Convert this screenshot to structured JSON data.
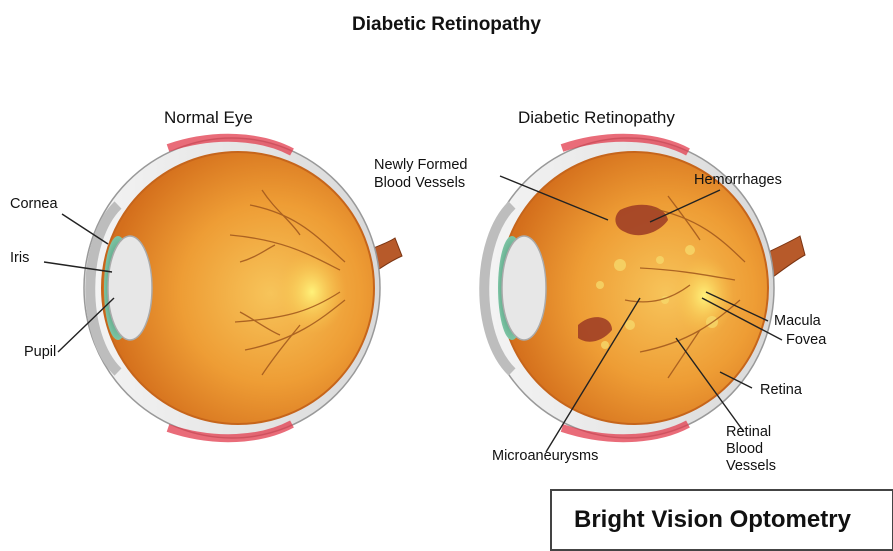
{
  "title": "Diabetic Retinopathy",
  "normal_eye": {
    "heading": "Normal Eye",
    "labels": {
      "cornea": "Cornea",
      "iris": "Iris",
      "pupil": "Pupil"
    }
  },
  "diseased_eye": {
    "heading": "Diabetic Retinopathy",
    "labels": {
      "new_vessels_1": "Newly Formed",
      "new_vessels_2": "Blood Vessels",
      "hemorrhages": "Hemorrhages",
      "macula": "Macula",
      "fovea": "Fovea",
      "retina": "Retina",
      "retinal_vessels_1": "Retinal",
      "retinal_vessels_2": "Blood",
      "retinal_vessels_3": "Vessels",
      "microaneurysms": "Microaneurysms"
    }
  },
  "brand": "Bright Vision Optometry",
  "colors": {
    "retina": "#e9922c",
    "sclera_edge": "#e23b4c",
    "iris": "#4f9a7a",
    "vessel": "#a0561c",
    "hemorrhage": "#9b3a24"
  }
}
